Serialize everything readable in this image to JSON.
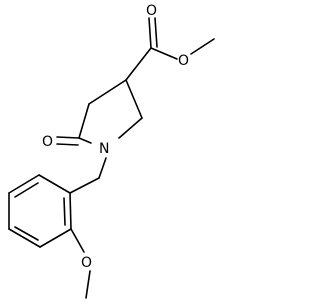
{
  "molecule": {
    "atoms": {
      "carbonyl_o_ester": "O",
      "ester_o": "O",
      "lactam_o": "O",
      "ring_n": "N",
      "methoxy_o": "O"
    },
    "bond_color": "#000000",
    "background": "#ffffff"
  }
}
